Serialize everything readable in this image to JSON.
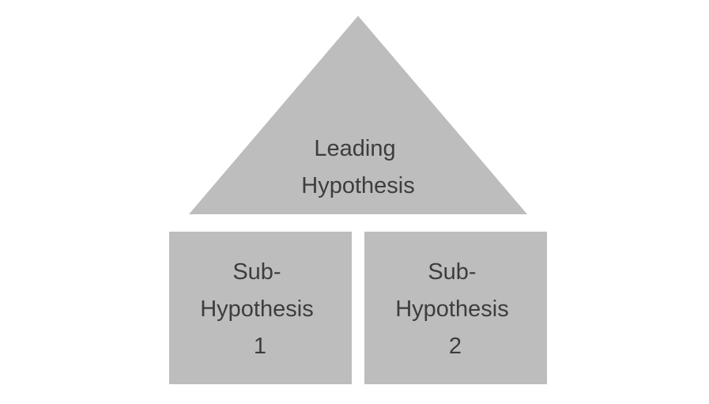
{
  "diagram": {
    "colors": {
      "shape_fill": "#bdbdbd",
      "text": "#3d3d3d",
      "background": "#ffffff"
    },
    "leading": {
      "lines": [
        "Leading",
        "Hypothesis"
      ]
    },
    "sub_hypotheses": [
      {
        "lines": [
          "Sub-",
          "Hypothesis",
          "1"
        ]
      },
      {
        "lines": [
          "Sub-",
          "Hypothesis",
          "2"
        ]
      }
    ]
  }
}
